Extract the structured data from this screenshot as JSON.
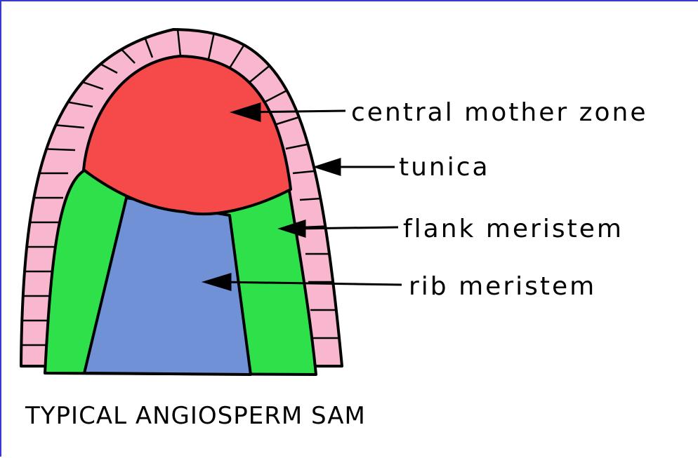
{
  "diagram": {
    "caption": "TYPICAL ANGIOSPERM SAM",
    "labels": {
      "central_mother_zone": "central mother zone",
      "tunica": "tunica",
      "flank_meristem": "flank meristem",
      "rib_meristem": "rib meristem"
    },
    "colors": {
      "tunica": "#f8b7cf",
      "central_mother_zone": "#f64a4a",
      "flank_meristem": "#2ee04a",
      "rib_meristem": "#7091d6",
      "frame": "#3a3ad0"
    }
  }
}
